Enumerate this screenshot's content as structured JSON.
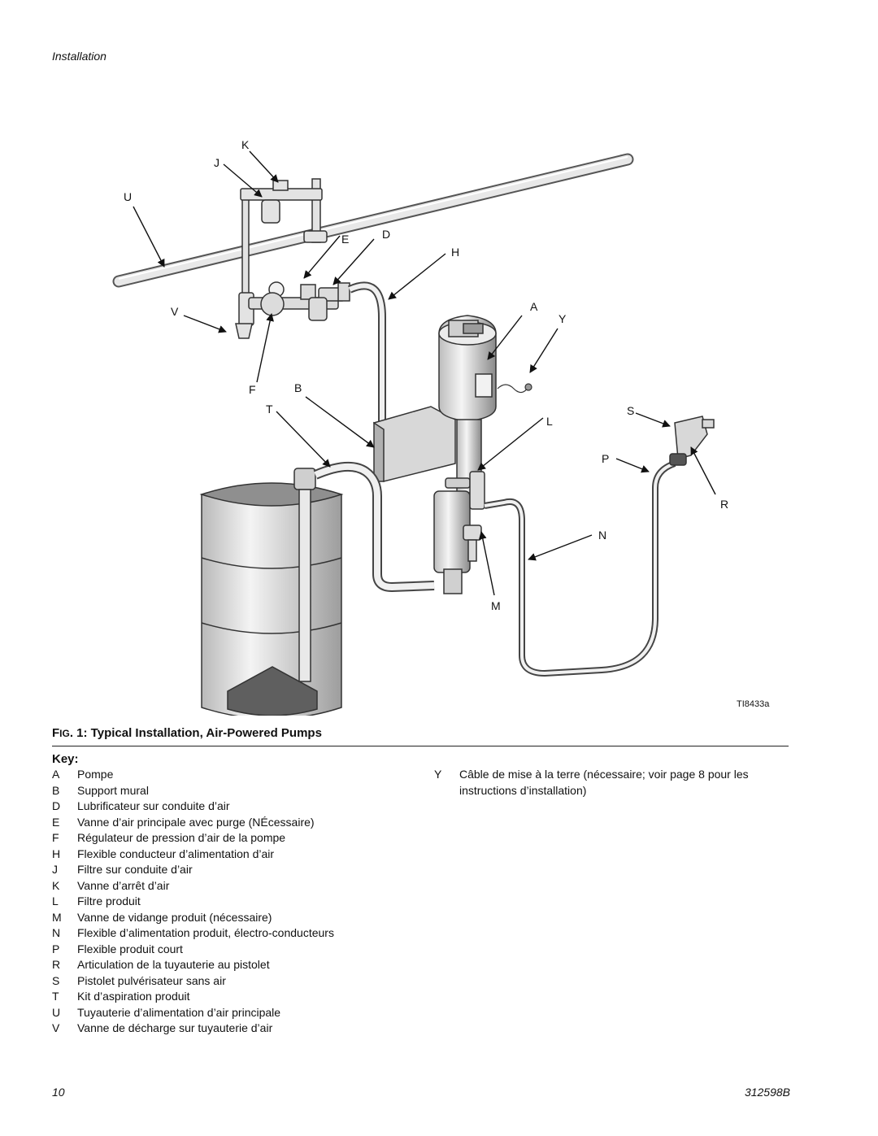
{
  "header": {
    "section": "Installation"
  },
  "figure": {
    "id": "TI8433a",
    "callouts": [
      "K",
      "J",
      "U",
      "E",
      "D",
      "H",
      "V",
      "A",
      "Y",
      "F",
      "B",
      "T",
      "S",
      "L",
      "P",
      "R",
      "N",
      "M"
    ]
  },
  "caption": {
    "prefix_f": "F",
    "prefix_ig": "IG",
    "rest": ". 1: Typical Installation, Air-Powered Pumps"
  },
  "key": {
    "title": "Key:",
    "left": [
      {
        "letter": "A",
        "text": "Pompe"
      },
      {
        "letter": "B",
        "text": "Support mural"
      },
      {
        "letter": "D",
        "text": "Lubrificateur sur conduite d’air"
      },
      {
        "letter": "E",
        "text": " Vanne d’air principale avec purge (NÉcessaire)"
      },
      {
        "letter": "F",
        "text": "Régulateur de pression d’air de la pompe"
      },
      {
        "letter": "H",
        "text": "Flexible conducteur d’alimentation d’air"
      },
      {
        "letter": "J",
        "text": "Filtre sur conduite d’air"
      },
      {
        "letter": "K",
        "text": "Vanne d’arrêt d’air"
      },
      {
        "letter": "L",
        "text": "Filtre produit"
      },
      {
        "letter": "M",
        "text": "Vanne de vidange produit (nécessaire)"
      },
      {
        "letter": "N",
        "text": "Flexible d’alimentation produit, électro-conducteurs"
      },
      {
        "letter": "P",
        "text": "Flexible produit court"
      },
      {
        "letter": "R",
        "text": "Articulation de la tuyauterie au pistolet"
      },
      {
        "letter": "S",
        "text": "Pistolet pulvérisateur sans air"
      },
      {
        "letter": "T",
        "text": "Kit d’aspiration produit"
      },
      {
        "letter": "U",
        "text": "Tuyauterie d’alimentation d’air principale"
      },
      {
        "letter": "V",
        "text": "Vanne de décharge sur tuyauterie d’air"
      }
    ],
    "right": [
      {
        "letter": "Y",
        "text": "Câble de mise à la terre (nécessaire; voir page 8 pour les instructions d’installation)"
      }
    ]
  },
  "footer": {
    "page": "10",
    "doc": "312598B"
  }
}
